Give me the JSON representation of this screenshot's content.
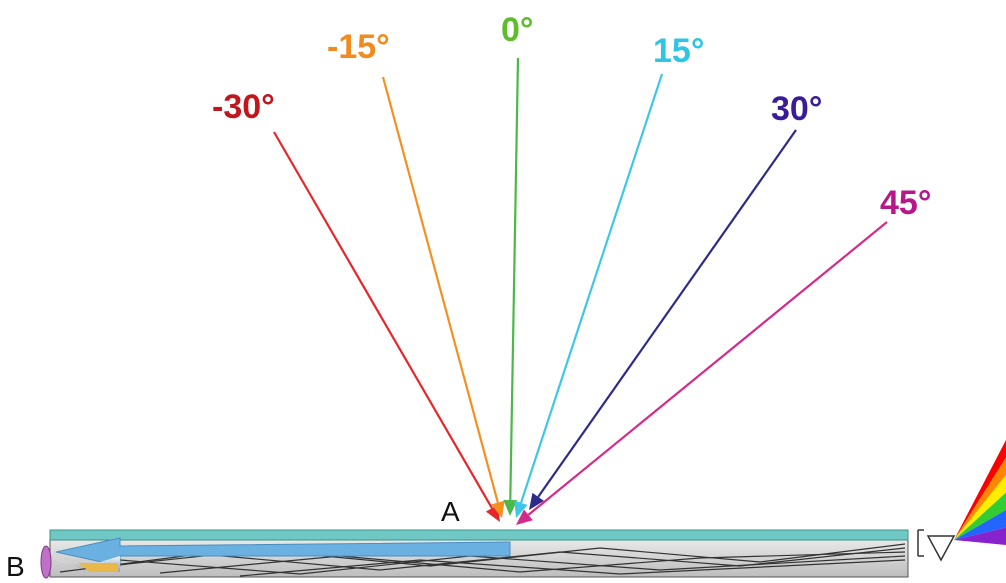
{
  "point_a_label": "A",
  "point_b_label": "B",
  "rays": [
    {
      "label": "-30°",
      "color": "#e8262a",
      "label_color": "#c0161c"
    },
    {
      "label": "-15°",
      "color": "#f39020",
      "label_color": "#f28a1c"
    },
    {
      "label": "0°",
      "color": "#4cb848",
      "label_color": "#5cbf2a"
    },
    {
      "label": "15°",
      "color": "#3fc6e8",
      "label_color": "#2fc6e6"
    },
    {
      "label": "30°",
      "color": "#2e2a8a",
      "label_color": "#3a1c98"
    },
    {
      "label": "45°",
      "color": "#d42a8c",
      "label_color": "#b8168a"
    }
  ],
  "colors": {
    "waveguide_top": "#6fc8c4",
    "guided_arrow": "#6ab0e0",
    "guided_arrow_tip": "#e8b84a",
    "end_cap": "#c070c8",
    "spectrum": [
      "#ff0000",
      "#ff8800",
      "#ffee00",
      "#33cc33",
      "#2266ff",
      "#8822cc"
    ]
  }
}
